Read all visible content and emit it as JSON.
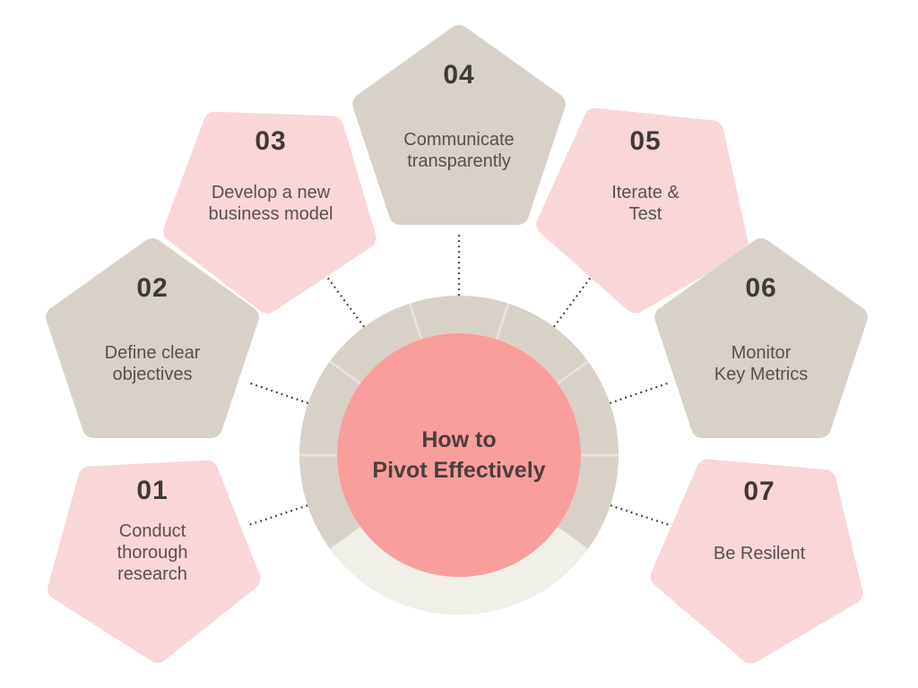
{
  "title": {
    "lines": [
      "How to",
      "Pivot Effectively"
    ]
  },
  "nodes": [
    {
      "number": "01",
      "label": "Conduct thorough research",
      "lines": [
        "Conduct",
        "thorough",
        "research"
      ],
      "shade": "pink",
      "orientation": "down"
    },
    {
      "number": "02",
      "label": "Define clear objectives",
      "lines": [
        "Define clear",
        "objectives"
      ],
      "shade": "beige",
      "orientation": "up"
    },
    {
      "number": "03",
      "label": "Develop a new business model",
      "lines": [
        "Develop a new",
        "business model"
      ],
      "shade": "pink",
      "orientation": "down"
    },
    {
      "number": "04",
      "label": "Communicate transparently",
      "lines": [
        "Communicate",
        "transparently"
      ],
      "shade": "beige",
      "orientation": "up"
    },
    {
      "number": "05",
      "label": "Iterate & Test",
      "lines": [
        "Iterate &",
        "Test"
      ],
      "shade": "pink",
      "orientation": "down"
    },
    {
      "number": "06",
      "label": "Monitor Key Metrics",
      "lines": [
        "Monitor",
        "Key Metrics"
      ],
      "shade": "beige",
      "orientation": "up"
    },
    {
      "number": "07",
      "label": "Be Resilent",
      "lines": [
        "Be Resilent"
      ],
      "shade": "pink",
      "orientation": "down"
    }
  ],
  "colors": {
    "background": "#ffffff",
    "pink_node": "#f9d6d8",
    "beige_node": "#d8d1c8",
    "center_circle": "#fa9d9d",
    "ring": "#d8d1c8",
    "ring_bottom_segment": "#f0efe8",
    "ring_divider": "#e7e2da",
    "number_text": "#3f3a37",
    "label_text": "#585150",
    "title_text": "#4a3e3d",
    "connector_dots": "#3c3c3c"
  }
}
